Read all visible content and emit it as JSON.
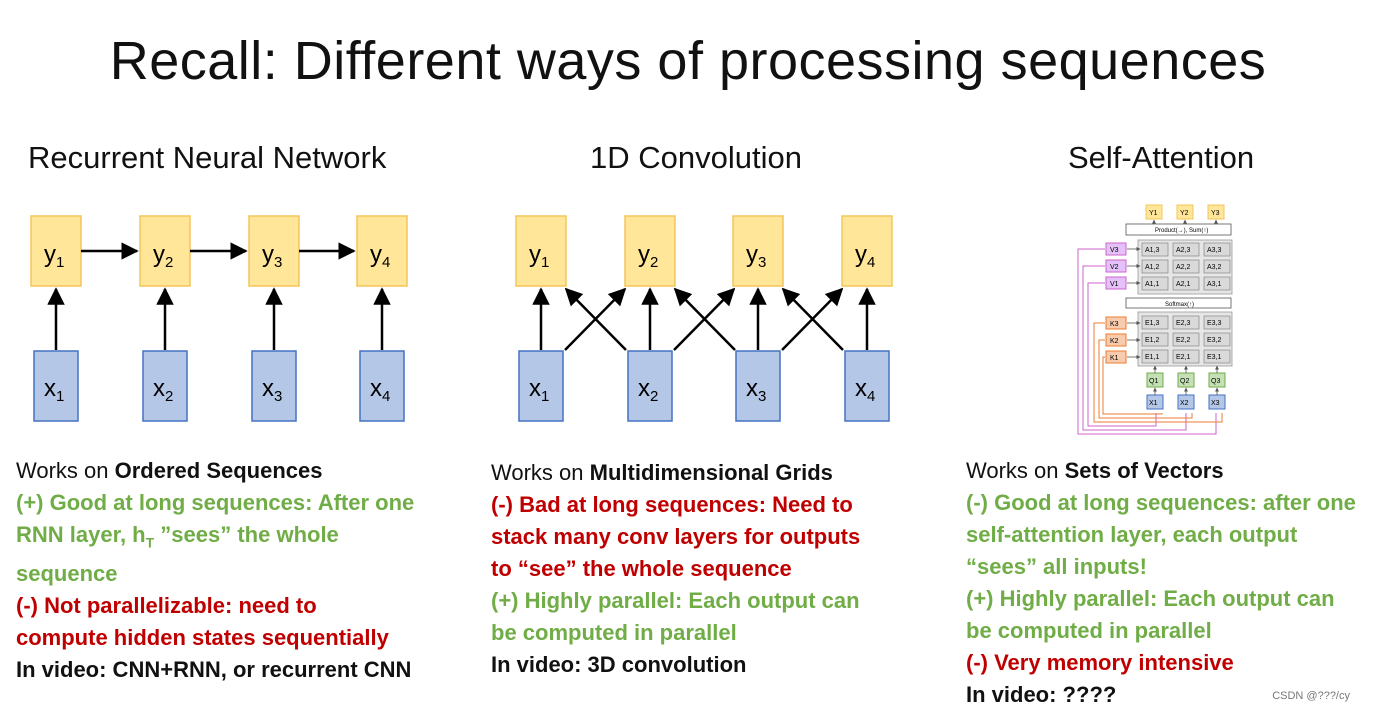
{
  "title": "Recall: Different ways of processing sequences",
  "columns": [
    {
      "heading": "Recurrent Neural Network",
      "outputs": [
        "y",
        "y",
        "y",
        "y"
      ],
      "inputs": [
        "x",
        "x",
        "x",
        "x"
      ],
      "subs": [
        "1",
        "2",
        "3",
        "4"
      ],
      "works_prefix": "Works on ",
      "works_bold": "Ordered Sequences",
      "pro_a": "(+) Good at long sequences: After one",
      "pro_b_pre": "RNN layer, h",
      "pro_b_sub": "T",
      "pro_b_post": " ”sees” the whole",
      "pro_c": "sequence",
      "con_a": "(-) Not parallelizable: need to",
      "con_b": "compute hidden states sequentially",
      "video": "In video: CNN+RNN, or recurrent CNN"
    },
    {
      "heading": "1D Convolution",
      "outputs": [
        "y",
        "y",
        "y",
        "y"
      ],
      "inputs": [
        "x",
        "x",
        "x",
        "x"
      ],
      "subs": [
        "1",
        "2",
        "3",
        "4"
      ],
      "works_prefix": "Works on ",
      "works_bold": "Multidimensional Grids",
      "con_a": "(-) Bad at long sequences: Need to",
      "con_b": "stack many conv layers for outputs",
      "con_c": "to “see” the whole sequence",
      "pro_a": "(+) Highly parallel: Each output can",
      "pro_b": "be computed in parallel",
      "video": "In video: 3D convolution"
    },
    {
      "heading": "Self-Attention",
      "works_prefix": "Works on ",
      "works_bold": "Sets of Vectors",
      "good_a": "(-) Good at long sequences: after one",
      "good_b": "self-attention layer, each output",
      "good_c": "“sees” all inputs!",
      "pro_a": "(+) Highly parallel: Each output can",
      "pro_b": "be computed in parallel",
      "con_a": "(-) Very memory intensive",
      "video": "In video: ????"
    }
  ],
  "attention": {
    "outputs": [
      "Y1",
      "Y2",
      "Y3"
    ],
    "agg_label": "Product(→), Sum(↑)",
    "values": [
      "V3",
      "V2",
      "V1"
    ],
    "a_grid": [
      [
        "A1,3",
        "A2,3",
        "A3,3"
      ],
      [
        "A1,2",
        "A2,2",
        "A3,2"
      ],
      [
        "A1,1",
        "A2,1",
        "A3,1"
      ]
    ],
    "softmax_label": "Softmax(↑)",
    "keys": [
      "K3",
      "K2",
      "K1"
    ],
    "e_grid": [
      [
        "E1,3",
        "E2,3",
        "E3,3"
      ],
      [
        "E1,2",
        "E2,2",
        "E3,2"
      ],
      [
        "E1,1",
        "E2,1",
        "E3,1"
      ]
    ],
    "queries": [
      "Q1",
      "Q2",
      "Q3"
    ],
    "inputs": [
      "X1",
      "X2",
      "X3"
    ]
  },
  "watermark": "CSDN @???/cy",
  "colors": {
    "yellow_fill": "#FFE699",
    "yellow_stroke": "#F4C55A",
    "blue_fill": "#B4C7E7",
    "blue_stroke": "#4472C4",
    "green_text": "#70AD47",
    "red_text": "#C00000",
    "purple": "#CC66CC",
    "orange": "#ED7D31",
    "green_box": "#A9D18E"
  }
}
